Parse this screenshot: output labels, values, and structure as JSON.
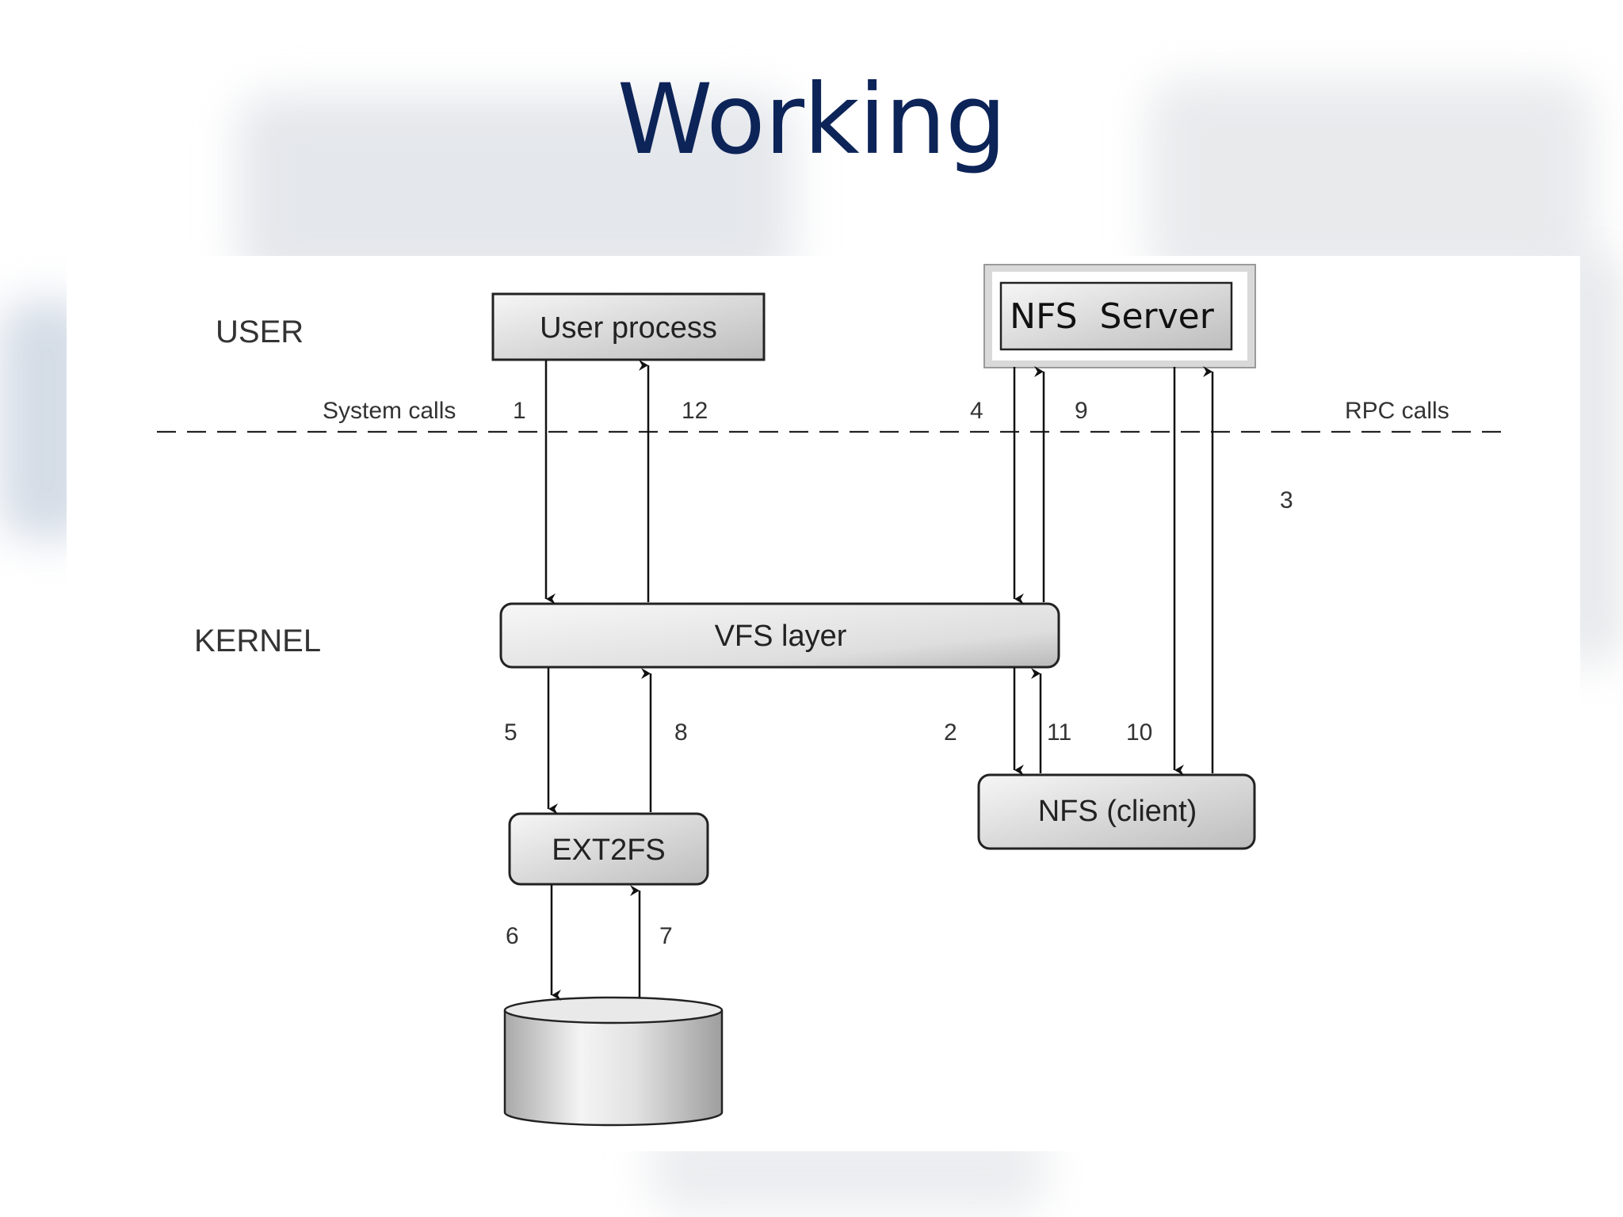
{
  "slide": {
    "title": "Working"
  },
  "diagram": {
    "regions": {
      "user": "USER",
      "kernel": "KERNEL"
    },
    "boundary": {
      "left_label": "System calls",
      "right_label": "RPC calls"
    },
    "nodes": {
      "user_process": "User process",
      "nfs_server": "NFS  Server",
      "vfs_layer": "VFS layer",
      "ext2fs": "EXT2FS",
      "nfs_client": "NFS (client)",
      "disk": ""
    },
    "steps": [
      "1",
      "2",
      "3",
      "4",
      "5",
      "6",
      "7",
      "8",
      "9",
      "10",
      "11",
      "12"
    ]
  },
  "colors": {
    "title": "#0d2458",
    "line": "#111111",
    "box_fill_light": "#f4f4f4",
    "box_fill_dark": "#c6c6c6"
  }
}
